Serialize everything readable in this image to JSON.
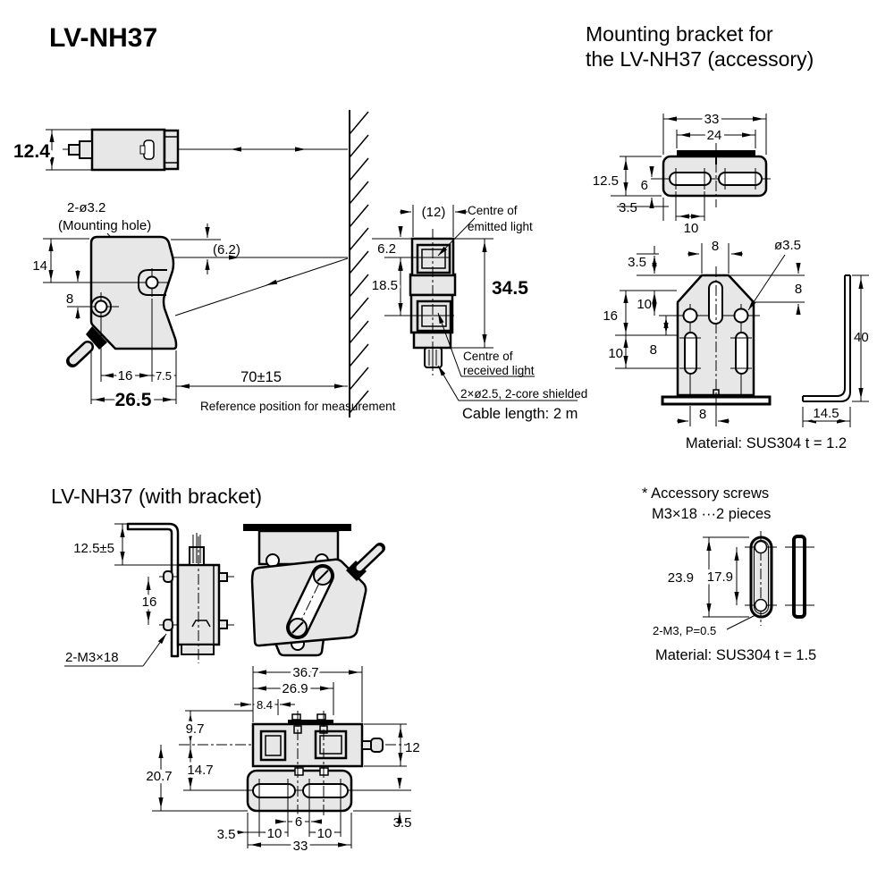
{
  "headers": {
    "model": "LV-NH37",
    "bracket_title_1": "Mounting bracket for",
    "bracket_title_2": "the LV-NH37 (accessory)",
    "with_bracket": "LV-NH37 (with bracket)",
    "accessory_note_1": "* Accessory screws",
    "accessory_note_2": "M3×18 ···2 pieces"
  },
  "top_view": {
    "height": "12.4",
    "hole_label_1": "2-ø3.2",
    "hole_label_2": "(Mounting hole)"
  },
  "side_view": {
    "h_top_hole": "14",
    "h_hole_gap": "8",
    "beam_offset": "(6.2)",
    "hole_pitch": "16",
    "nose": "7.5",
    "depth": "26.5",
    "range": "70±15",
    "reference": "Reference position for measurement"
  },
  "front_view": {
    "width": "(12)",
    "emit_offset": "6.2",
    "pitch": "18.5",
    "height": "34.5",
    "emitted_1": "Centre of",
    "emitted_2": "emitted light",
    "received_1": "Centre of",
    "received_2": "received light",
    "cable_spec": "2×ø2.5, 2-core shielded",
    "cable_length": "Cable length: 2 m"
  },
  "bracket_top": {
    "w_33": "33",
    "w_24": "24",
    "h_12_5": "12.5",
    "slot_6": "6",
    "off_3_5": "3.5",
    "pitch_10": "10"
  },
  "bracket_front": {
    "top_3_5": "3.5",
    "plateau_8": "8",
    "hole_dia": "ø3.5",
    "right_8": "8",
    "pitch_16": "16",
    "pitch_10a": "10",
    "pitch_10b": "10",
    "pitch_8": "8",
    "bottom_8": "8",
    "height_40": "40",
    "foot_14_5": "14.5",
    "material": "Material: SUS304  t = 1.2"
  },
  "with_bracket": {
    "top_offset": "12.5±5",
    "screw_pitch": "16",
    "screws": "2-M3×18"
  },
  "bottom_view": {
    "w_36_7": "36.7",
    "w_26_9": "26.9",
    "w_8_4": "8.4",
    "h_9_7": "9.7",
    "h_14_7": "14.7",
    "h_20_7": "20.7",
    "h_12": "12",
    "r_3_5": "3.5",
    "b_3_5": "3.5",
    "b_10l": "10",
    "b_6": "6",
    "b_10r": "10",
    "b_33": "33"
  },
  "accessory": {
    "len_23_9": "23.9",
    "pitch_17_9": "17.9",
    "thread": "2-M3, P=0.5",
    "material": "Material: SUS304  t = 1.5"
  },
  "colors": {
    "fill_gray": "#e7e7e7",
    "line": "#000000",
    "background": "#ffffff"
  }
}
